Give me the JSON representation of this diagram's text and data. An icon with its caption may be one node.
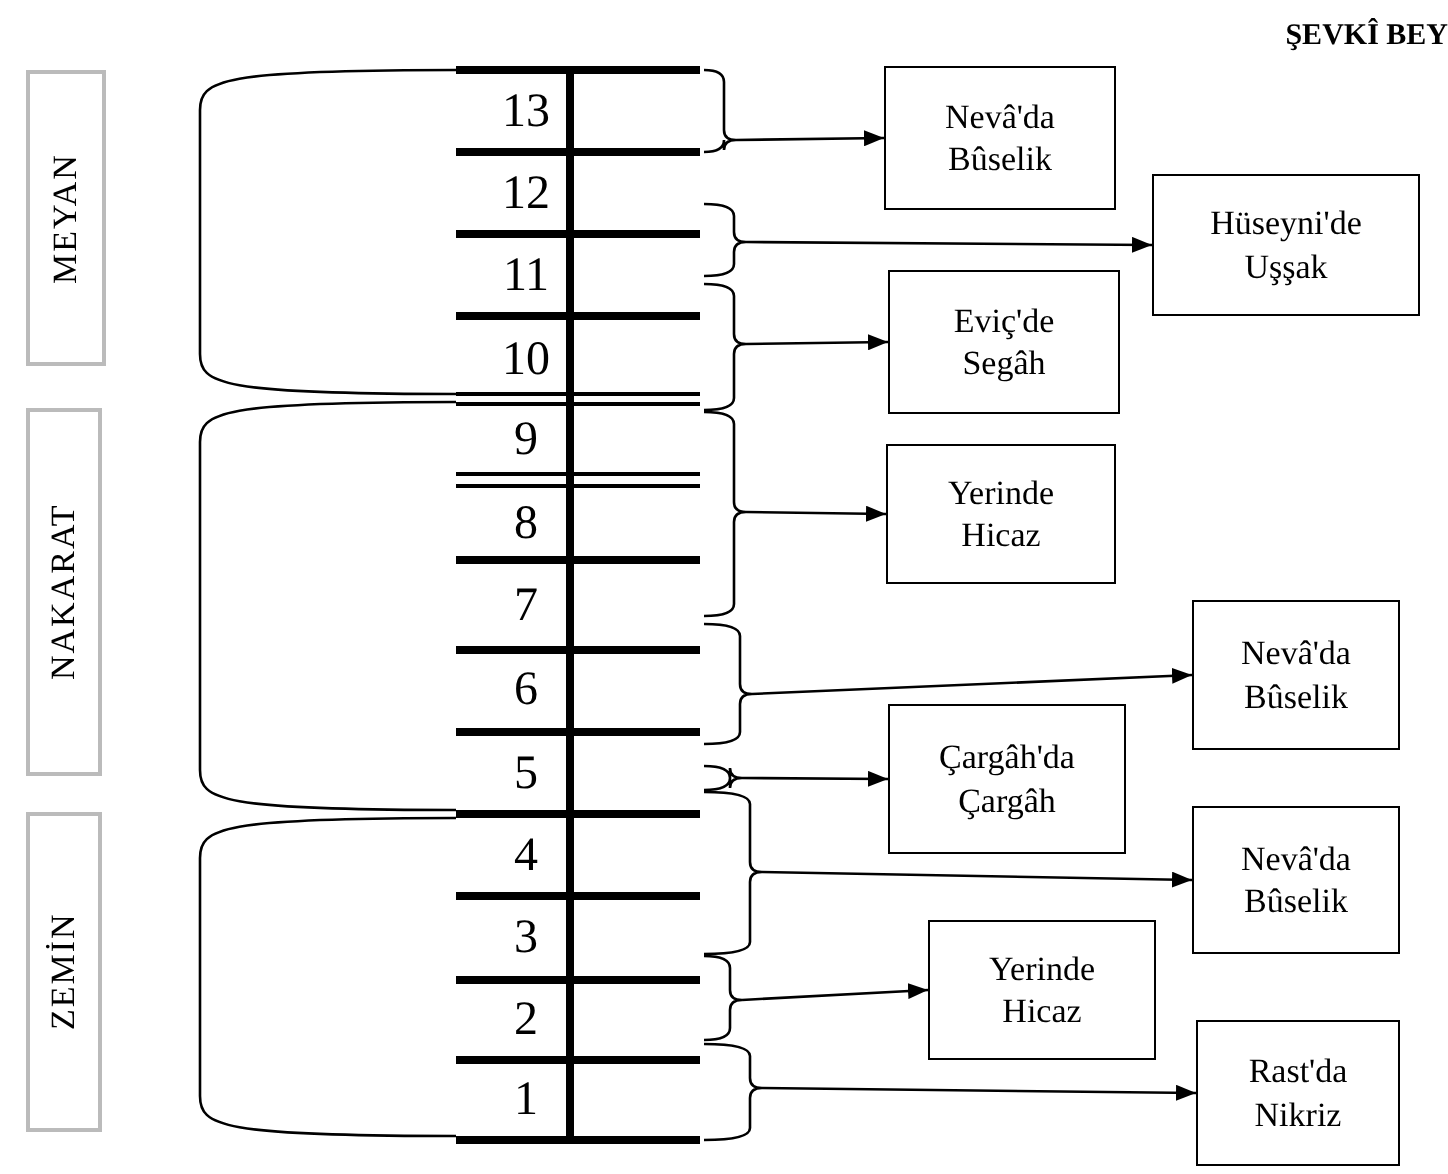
{
  "diagram": {
    "title": "ŞEVKÎ BEY",
    "nodes": [
      {
        "text": [
          "MEYAN"
        ]
      },
      {
        "text": [
          "NAKARAT"
        ]
      },
      {
        "text": [
          "ZEMİN"
        ]
      },
      {
        "text": [
          "Nevâ'da Bûselik"
        ]
      },
      {
        "text": [
          "Hüseyni'de Uşşak"
        ]
      },
      {
        "text": [
          "Eviç'de Segâh"
        ]
      },
      {
        "text": [
          "Yerinde Hicaz"
        ]
      },
      {
        "text": [
          "Nevâ'da Bûselik"
        ]
      },
      {
        "text": [
          "Çargâh'da Çargâh"
        ]
      },
      {
        "text": [
          "Nevâ'da Bûselik"
        ]
      },
      {
        "text": [
          "Yerinde Hicaz"
        ]
      },
      {
        "text": [
          "Rast'da Nikriz"
        ]
      },
      {
        "text": [],
        "shape": "brace"
      },
      {
        "text": [],
        "shape": "brace"
      },
      {
        "text": [],
        "shape": "brace"
      },
      {
        "text": [],
        "shape": "brace"
      },
      {
        "text": [],
        "shape": "brace"
      },
      {
        "text": [],
        "shape": "brace"
      },
      {
        "text": [],
        "shape": "brace"
      },
      {
        "text": [],
        "shape": "brace"
      },
      {
        "text": [],
        "shape": "brace"
      }
    ],
    "edges": [
      {
        "from": 12,
        "to": 3,
        "arrow": "to"
      },
      {
        "from": 13,
        "to": 4,
        "arrow": "to"
      },
      {
        "from": 14,
        "to": 5,
        "arrow": "to"
      },
      {
        "from": 15,
        "to": 6,
        "arrow": "to"
      },
      {
        "from": 16,
        "to": 7,
        "arrow": "to"
      },
      {
        "from": 17,
        "to": 8,
        "arrow": "to"
      },
      {
        "from": 18,
        "to": 9,
        "arrow": "to"
      },
      {
        "from": 19,
        "to": 10,
        "arrow": "to"
      },
      {
        "from": 20,
        "to": 11,
        "arrow": "to"
      }
    ],
    "labels": [
      "13",
      "12",
      "11",
      "10",
      "9",
      "8",
      "7",
      "6",
      "5",
      "4",
      "3",
      "2",
      "1"
    ]
  }
}
